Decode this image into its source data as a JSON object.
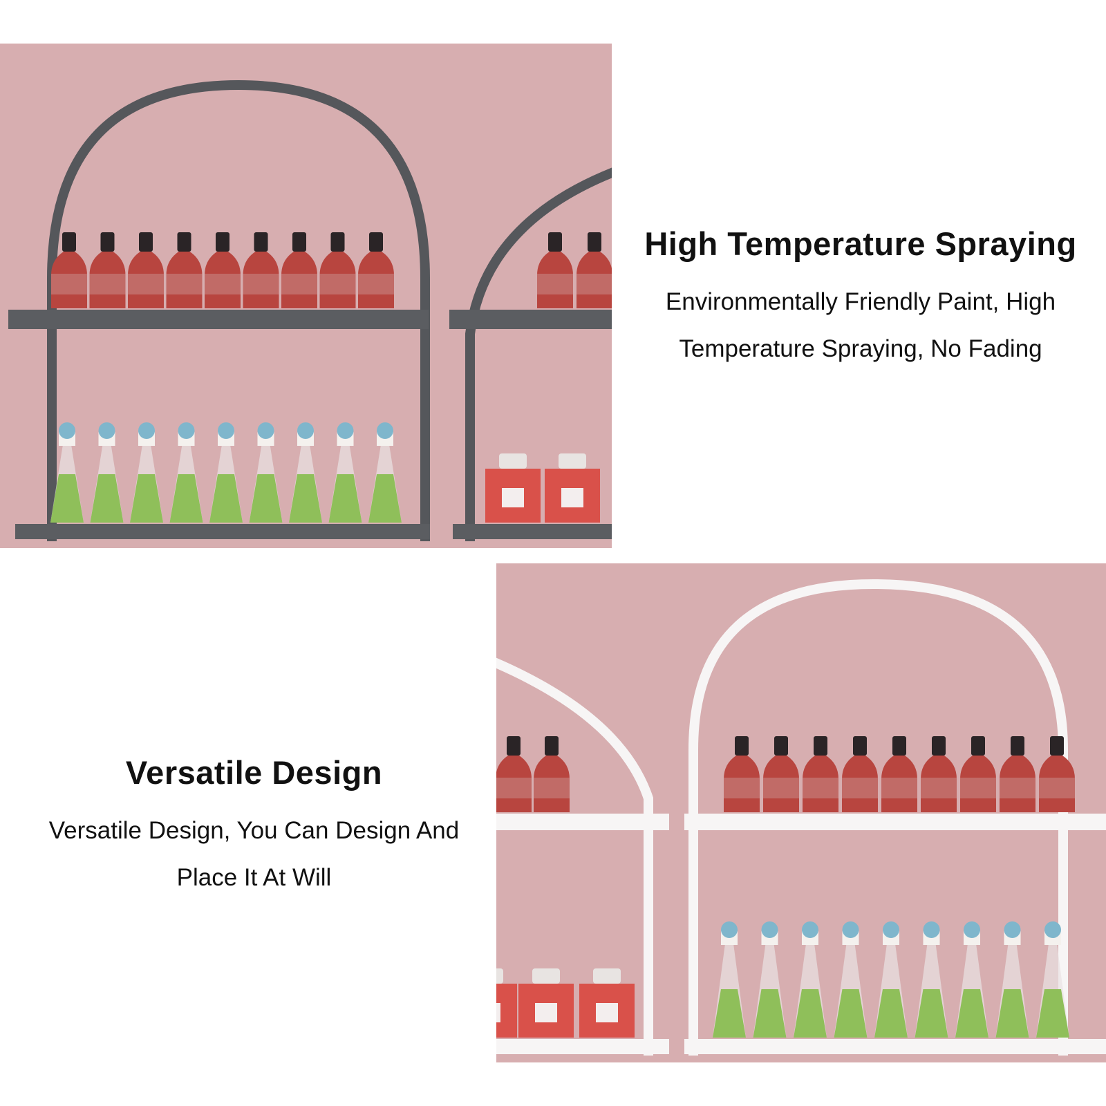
{
  "feature_top": {
    "headline": "High Temperature Spraying",
    "line1": "Environmentally Friendly Paint, High",
    "line2": "Temperature Spraying, No Fading"
  },
  "feature_bottom": {
    "headline": "Versatile Design",
    "line1": "Versatile Design, You Can Design And",
    "line2": "Place It At Will"
  },
  "colors": {
    "wall": "#d7aeb0",
    "frame_dark": "#55575b",
    "frame_light": "#f7f5f5",
    "bottle_red": "#b8453f",
    "bottle_green": "#8fbf5a",
    "cap_blue": "#7fb6cc"
  },
  "rack_counts": {
    "top_upper_shelf_bottles": 9,
    "top_lower_shelf_vials": 9,
    "bottom_upper_shelf_bottles": 9,
    "bottom_lower_shelf_vials": 9
  }
}
